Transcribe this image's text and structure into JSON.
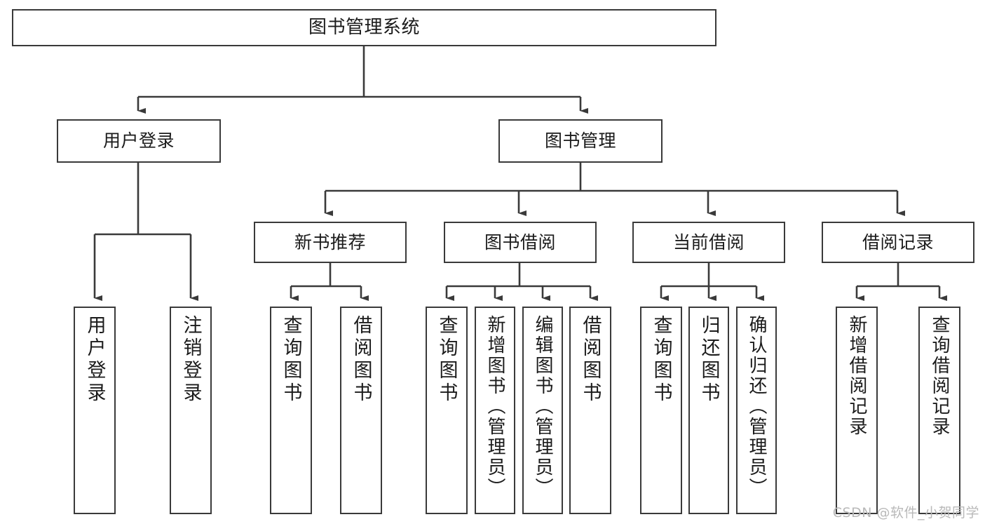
{
  "diagram": {
    "title": "图书管理系统",
    "type": "tree-hierarchy",
    "root": {
      "label": "图书管理系统"
    },
    "level2": [
      {
        "label": "用户登录"
      },
      {
        "label": "图书管理"
      }
    ],
    "level3": [
      {
        "label": "新书推荐"
      },
      {
        "label": "图书借阅"
      },
      {
        "label": "当前借阅"
      },
      {
        "label": "借阅记录"
      }
    ],
    "leaves": {
      "user_login": [
        {
          "label": "用户登录"
        },
        {
          "label": "注销登录"
        }
      ],
      "new_book_recommend": [
        {
          "label": "查询图书"
        },
        {
          "label": "借阅图书"
        }
      ],
      "book_borrow": [
        {
          "label": "查询图书"
        },
        {
          "label": "新增图书（管理员）"
        },
        {
          "label": "编辑图书（管理员）"
        },
        {
          "label": "借阅图书"
        }
      ],
      "current_borrow": [
        {
          "label": "查询图书"
        },
        {
          "label": "归还图书"
        },
        {
          "label": "确认归还（管理员）"
        }
      ],
      "borrow_record": [
        {
          "label": "新增借阅记录"
        },
        {
          "label": "查询借阅记录"
        }
      ]
    }
  },
  "watermark": {
    "text": "CSDN @软件_小贺同学"
  },
  "colors": {
    "stroke": "#3a3a3a",
    "text": "#1b1b1b",
    "background": "#ffffff",
    "watermark": "#b9b9b9"
  }
}
